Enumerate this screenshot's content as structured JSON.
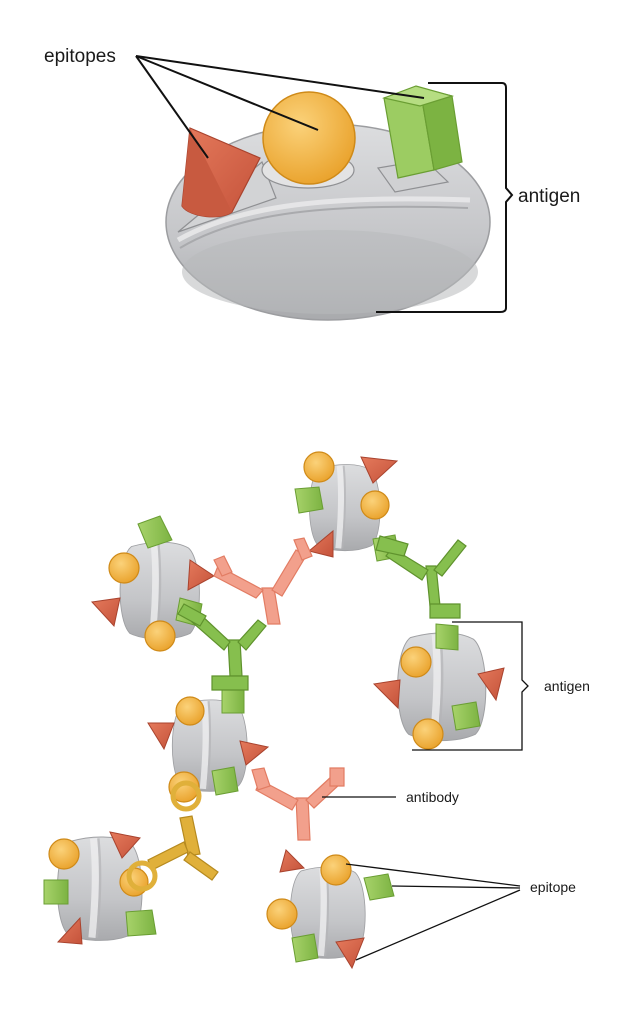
{
  "top_panel": {
    "epitopes_label": "epitopes",
    "antigen_label": "antigen"
  },
  "bottom_panel": {
    "antigen_label": "antigen",
    "antibody_label": "antibody",
    "epitope_label": "epitope"
  },
  "colors": {
    "antigen_gray": "#c9cacc",
    "epitope_red": "#d96a4f",
    "epitope_orange": "#f0b443",
    "epitope_green": "#8cc152",
    "antibody_pink": "#f2a08c",
    "antibody_green": "#86bf4e",
    "antibody_yellow": "#e0b03a"
  }
}
